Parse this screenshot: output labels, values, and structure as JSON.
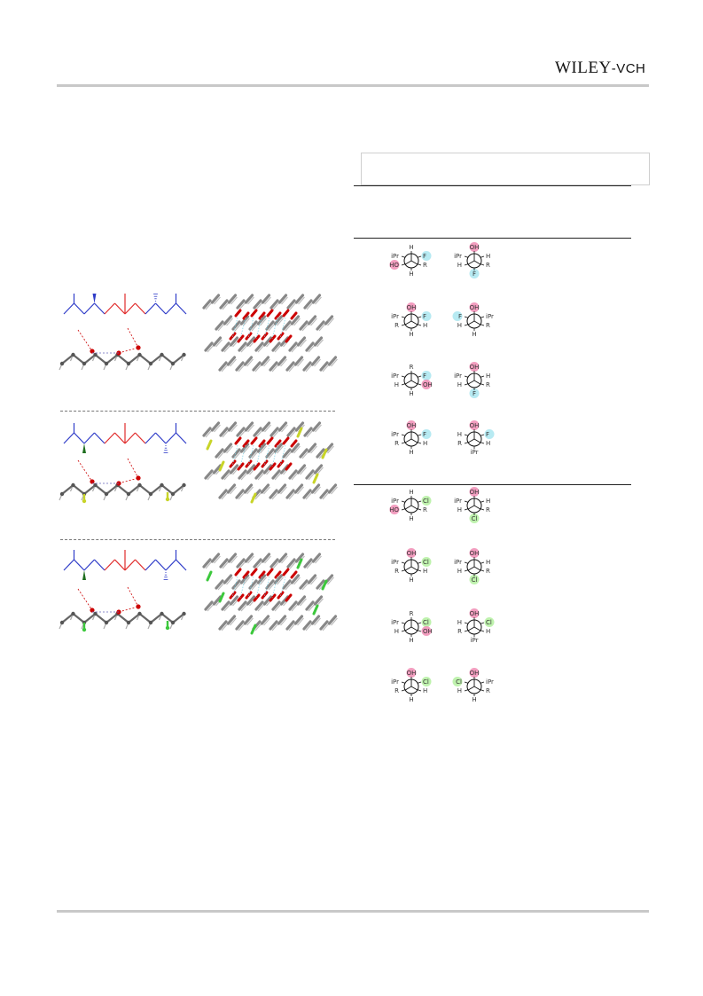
{
  "header": {
    "logo_main": "WILEY",
    "logo_sep": "-",
    "logo_sub": "VCH"
  },
  "colors": {
    "terminal_chain": "#2f3cc8",
    "central_chain": "#e02a2a",
    "oxygen": "#cc0000",
    "fluorine": "#c8d428",
    "chlorine": "#3cc83c",
    "hydroxyl_highlight": "#f08cb4",
    "fluorine_highlight": "#aae6f0",
    "chlorine_highlight": "#b4f0a0",
    "rule_gray": "#c8c8c8"
  },
  "newman_table": {
    "fluoro_section": [
      {
        "left": {
          "top": "H",
          "upper_left": "iPr",
          "upper_right": "F",
          "lower_left": "HO",
          "lower_right": "R",
          "bottom": "H",
          "highlight_top": false
        },
        "right": {
          "top": "OH",
          "upper_left": "iPr",
          "upper_right": "H",
          "lower_left": "H",
          "lower_right": "R",
          "bottom": "F"
        }
      },
      {
        "left": {
          "top": "OH",
          "upper_left": "iPr",
          "upper_right": "F",
          "lower_left": "R",
          "lower_right": "H",
          "bottom": "H"
        },
        "right": {
          "top": "OH",
          "upper_left": "F",
          "upper_right": "iPr",
          "lower_left": "H",
          "lower_right": "R",
          "bottom": "H"
        }
      },
      {
        "left": {
          "top": "R",
          "upper_left": "iPr",
          "upper_right": "F",
          "lower_left": "H",
          "lower_right": "OH",
          "bottom": "H"
        },
        "right": {
          "top": "OH",
          "upper_left": "iPr",
          "upper_right": "H",
          "lower_left": "H",
          "lower_right": "R",
          "bottom": "F"
        }
      },
      {
        "left": {
          "top": "OH",
          "upper_left": "iPr",
          "upper_right": "F",
          "lower_left": "R",
          "lower_right": "H",
          "bottom": "H"
        },
        "right": {
          "top": "OH",
          "upper_left": "H",
          "upper_right": "F",
          "lower_left": "R",
          "lower_right": "H",
          "bottom": "iPr"
        }
      }
    ],
    "chloro_section": [
      {
        "left": {
          "top": "H",
          "upper_left": "iPr",
          "upper_right": "Cl",
          "lower_left": "HO",
          "lower_right": "R",
          "bottom": "H"
        },
        "right": {
          "top": "OH",
          "upper_left": "iPr",
          "upper_right": "H",
          "lower_left": "H",
          "lower_right": "R",
          "bottom": "Cl"
        }
      },
      {
        "left": {
          "top": "OH",
          "upper_left": "iPr",
          "upper_right": "Cl",
          "lower_left": "R",
          "lower_right": "H",
          "bottom": "H"
        },
        "right": {
          "top": "OH",
          "upper_left": "iPr",
          "upper_right": "H",
          "lower_left": "H",
          "lower_right": "R",
          "bottom": "Cl"
        }
      },
      {
        "left": {
          "top": "R",
          "upper_left": "iPr",
          "upper_right": "Cl",
          "lower_left": "H",
          "lower_right": "OH",
          "bottom": "H"
        },
        "right": {
          "top": "OH",
          "upper_left": "H",
          "upper_right": "Cl",
          "lower_left": "R",
          "lower_right": "H",
          "bottom": "iPr"
        }
      },
      {
        "left": {
          "top": "OH",
          "upper_left": "iPr",
          "upper_right": "Cl",
          "lower_left": "R",
          "lower_right": "H",
          "bottom": "H"
        },
        "right": {
          "top": "OH",
          "upper_left": "Cl",
          "upper_right": "iPr",
          "lower_left": "H",
          "lower_right": "R",
          "bottom": "H"
        }
      }
    ]
  }
}
